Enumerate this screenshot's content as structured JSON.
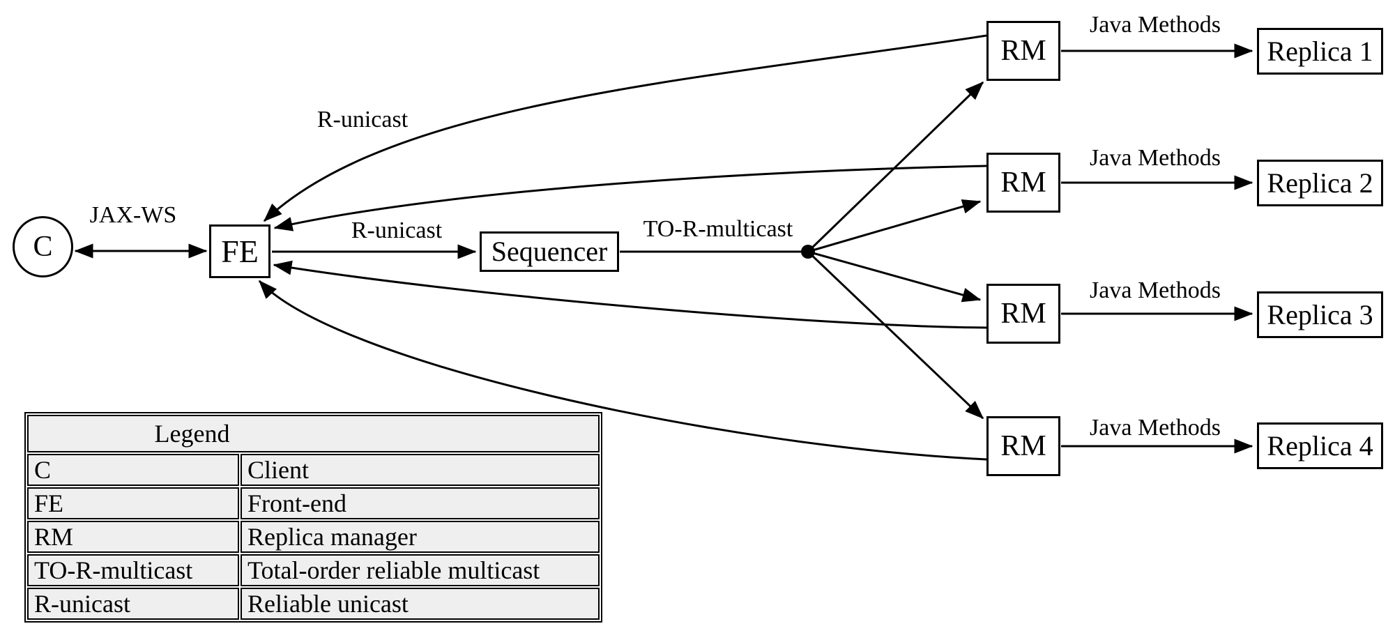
{
  "nodes": {
    "client": "C",
    "frontend": "FE",
    "sequencer": "Sequencer",
    "rm": "RM",
    "replica1": "Replica 1",
    "replica2": "Replica 2",
    "replica3": "Replica 3",
    "replica4": "Replica 4"
  },
  "edge_labels": {
    "jax_ws": "JAX-WS",
    "r_unicast": "R-unicast",
    "to_r_multicast": "TO-R-multicast",
    "java_methods": "Java Methods"
  },
  "legend": {
    "title": "Legend",
    "rows": [
      {
        "term": "C",
        "definition": "Client"
      },
      {
        "term": "FE",
        "definition": "Front-end"
      },
      {
        "term": "RM",
        "definition": "Replica manager"
      },
      {
        "term": "TO-R-multicast",
        "definition": "Total-order reliable multicast"
      },
      {
        "term": "R-unicast",
        "definition": "Reliable unicast"
      }
    ]
  },
  "colors": {
    "line": "#000000",
    "box_border": "#000000",
    "table_cell_fill": "#efefef",
    "background": "#ffffff"
  }
}
